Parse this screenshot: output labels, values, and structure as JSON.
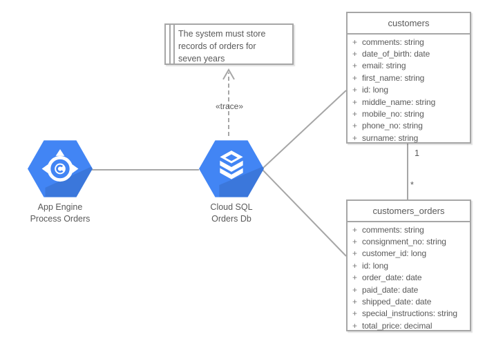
{
  "colors": {
    "accent": "#4285f4",
    "line_gray": "#a6a6a6",
    "text_gray": "#595959"
  },
  "note": {
    "line1": "The system must store",
    "line2": "records of orders for",
    "line3": "seven years"
  },
  "connectors": {
    "trace_label": "«trace»",
    "multiplicity_one": "1",
    "multiplicity_many": "*"
  },
  "symbols": {
    "plus": "+"
  },
  "nodes": {
    "app_engine": {
      "title": "App Engine",
      "subtitle": "Process Orders"
    },
    "cloud_sql": {
      "title": "Cloud SQL",
      "subtitle": "Orders Db"
    }
  },
  "tables": {
    "customers": {
      "name": "customers",
      "fields": [
        "comments: string",
        "date_of_birth: date",
        "email: string",
        "first_name: string",
        "id: long",
        "middle_name: string",
        "mobile_no: string",
        "phone_no: string",
        "surname: string"
      ]
    },
    "customers_orders": {
      "name": "customers_orders",
      "fields": [
        "comments: string",
        "consignment_no: string",
        "customer_id: long",
        "id: long",
        "order_date: date",
        "paid_date: date",
        "shipped_date: date",
        "special_instructions: string",
        "total_price: decimal"
      ]
    }
  }
}
